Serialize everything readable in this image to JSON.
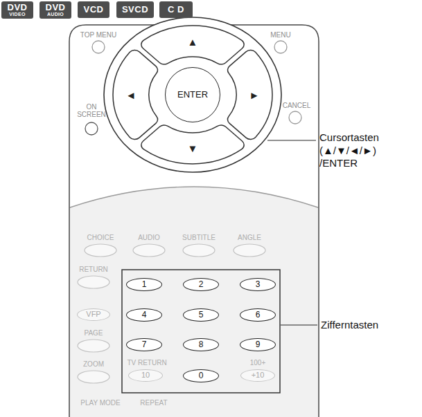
{
  "diagram": {
    "nodes": [
      {
        "text": [
          "DVD",
          "VIDEO"
        ]
      },
      {
        "text": [
          "DVD",
          "AUDIO"
        ]
      },
      {
        "text": [
          "VCD"
        ]
      },
      {
        "text": [
          "SVCD"
        ]
      },
      {
        "text": [
          "C D"
        ]
      },
      {
        "text": [
          "ENTER"
        ]
      },
      {
        "text": [
          "1"
        ]
      },
      {
        "text": [
          "2"
        ]
      },
      {
        "text": [
          "3"
        ]
      },
      {
        "text": [
          "VFP"
        ]
      },
      {
        "text": [
          "4"
        ]
      },
      {
        "text": [
          "5"
        ]
      },
      {
        "text": [
          "6"
        ]
      },
      {
        "text": [
          "7"
        ]
      },
      {
        "text": [
          "8"
        ]
      },
      {
        "text": [
          "9"
        ]
      },
      {
        "text": [
          "10"
        ]
      },
      {
        "text": [
          "0"
        ]
      },
      {
        "text": [
          "+10"
        ]
      }
    ],
    "labels": [
      "TOP MENU",
      "MENU",
      "▲",
      "◄",
      "►",
      "ON SCREEN",
      "CANCEL",
      "▼",
      "Cursortasten (▲/▼/◄/►) /ENTER",
      "CHOICE",
      "AUDIO",
      "SUBTITLE",
      "ANGLE",
      "RETURN",
      "PAGE",
      "ZOOM",
      "TV RETURN",
      "100+",
      "Zifferntasten",
      "PLAY MODE",
      "REPEAT"
    ]
  }
}
